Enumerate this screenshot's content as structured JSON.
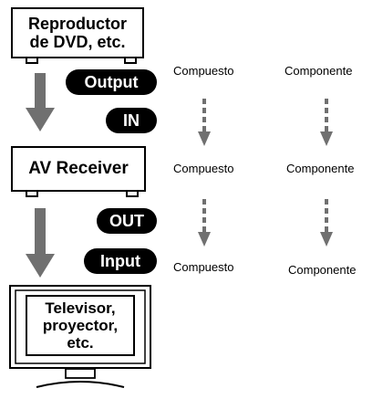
{
  "devices": {
    "source": {
      "line1": "Reproductor",
      "line2": "de DVD, etc."
    },
    "receiver": {
      "label": "AV Receiver"
    },
    "display": {
      "line1": "Televisor,",
      "line2": "proyector,",
      "line3": "etc."
    }
  },
  "connectors": {
    "output": "Output",
    "in": "IN",
    "out": "OUT",
    "input": "Input"
  },
  "signals": {
    "row1": {
      "composite": "Compuesto",
      "component": "Componente"
    },
    "row2": {
      "composite": "Compuesto",
      "component": "Componente"
    },
    "row3": {
      "composite": "Compuesto",
      "component": "Componente"
    }
  },
  "colors": {
    "arrow": "#707070",
    "pill": "#000000"
  }
}
